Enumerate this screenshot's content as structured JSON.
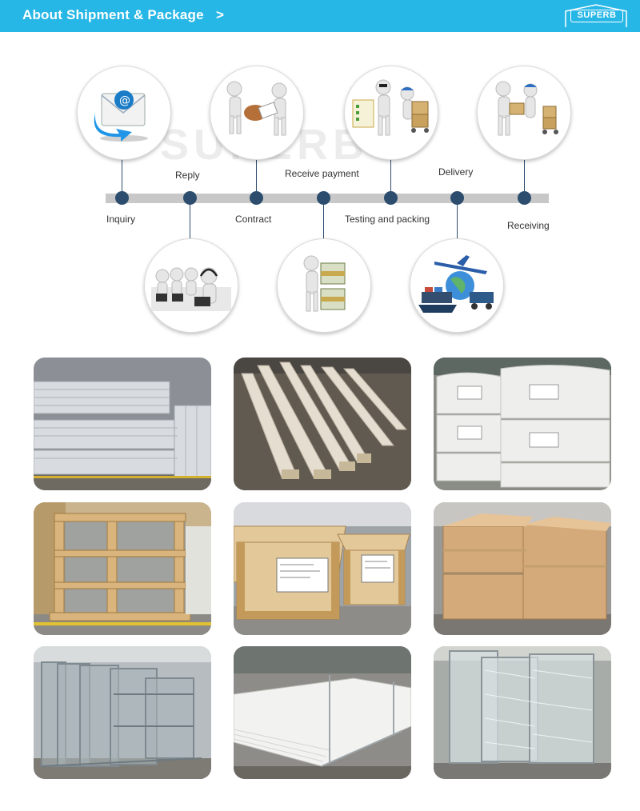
{
  "header": {
    "title": "About Shipment & Package",
    "chevron": ">",
    "logo_text": "SUPERB",
    "background_color": "#27b7e6"
  },
  "watermark_text": "SUPERB",
  "process": {
    "top_labels": {
      "reply": "Reply",
      "receive_payment": "Receive payment",
      "delivery": "Delivery"
    },
    "bottom_labels": {
      "inquiry": "Inquiry",
      "contract": "Contract",
      "testing_packing": "Testing and packing",
      "receiving": "Receiving"
    },
    "dot_color": "#2d4d6e"
  },
  "photos": [
    {
      "name": "aluminium-profiles-stacked"
    },
    {
      "name": "wrapped-profiles-bundles"
    },
    {
      "name": "white-wrapped-packages"
    },
    {
      "name": "wooden-crate-frame"
    },
    {
      "name": "wooden-crates-labeled"
    },
    {
      "name": "cardboard-boxes"
    },
    {
      "name": "glass-frames-rack"
    },
    {
      "name": "white-door-panels"
    },
    {
      "name": "wrapped-glass-frames"
    }
  ]
}
